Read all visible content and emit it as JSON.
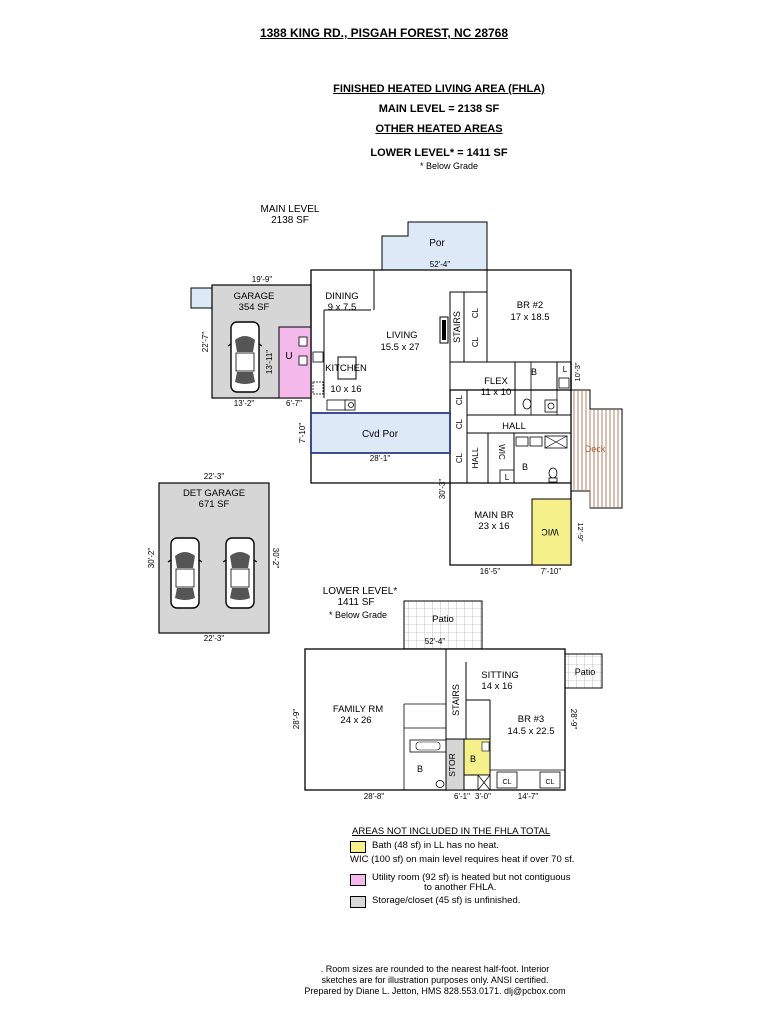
{
  "header": {
    "address": "1388 KING RD., PISGAH FOREST, NC 28768",
    "fhla_title": "FINISHED HEATED LIVING AREA (FHLA)",
    "main_level": "MAIN LEVEL  =  2138 SF",
    "other_title": "OTHER HEATED AREAS",
    "lower_level": "LOWER LEVEL*  =  1411 SF",
    "below_grade_note": "* Below Grade"
  },
  "main_plan": {
    "level_title": "MAIN LEVEL",
    "level_sf": "2138 SF",
    "porch": "Por",
    "garage_name": "GARAGE",
    "garage_sf": "354 SF",
    "dining_name": "DINING",
    "dining_size": "9 x 7.5",
    "living_name": "LIVING",
    "living_size": "15.5 x 27",
    "kitchen_name": "KITCHEN",
    "kitchen_size": "10 x 16",
    "stairs": "STAIRS",
    "cl": "CL",
    "br2_name": "BR #2",
    "br2_size": "17 x 18.5",
    "flex_name": "FLEX",
    "flex_size": "11 x 10",
    "bath": "B",
    "linen": "L",
    "hall": "HALL",
    "wic": "WIC",
    "cvd_por": "Cvd Por",
    "deck": "Deck",
    "main_br_name": "MAIN BR",
    "main_br_size": "23 x 16",
    "utility": "U",
    "dims": {
      "top": "52'-4\"",
      "garage_top": "19'-9\"",
      "garage_left": "22'-7\"",
      "garage_inner": "13'-11\"",
      "garage_bottom": "13'-2\"",
      "utility_bottom": "6'-7\"",
      "cvd_left": "7'-10\"",
      "cvd_bottom": "28'-1\"",
      "right_short": "10'-3\"",
      "main_left": "30'-3\"",
      "main_right": "12'-9\"",
      "br_bottom": "16'-5\"",
      "wic_bottom": "7'-10\""
    }
  },
  "det_garage": {
    "name": "DET GARAGE",
    "sf": "671 SF",
    "dim_top": "22'-3\"",
    "dim_bottom": "22'-3\"",
    "dim_left": "30'-2\"",
    "dim_right": "30'-2\""
  },
  "lower_plan": {
    "level_title": "LOWER LEVEL*",
    "level_sf": "1411 SF",
    "below_grade": "* Below Grade",
    "patio": "Patio",
    "dim_top": "52'-4\"",
    "family_name": "FAMILY RM",
    "family_size": "24 x 26",
    "stairs": "STAIRS",
    "sitting_name": "SITTING",
    "sitting_size": "14 x 16",
    "br3_name": "BR #3",
    "br3_size": "14.5 x 22.5",
    "bath": "B",
    "stor": "STOR",
    "cl": "CL",
    "dim_left": "28'-9\"",
    "dim_right": "28'-9\"",
    "dim_b1": "28'-8\"",
    "dim_b2": "6'-1\"",
    "dim_b3": "3'-0\"",
    "dim_b4": "14'-7\""
  },
  "legend": {
    "title": "AREAS NOT INCLUDED IN THE FHLA TOTAL",
    "items": [
      {
        "text": "Bath (48 sf) in LL has no heat.",
        "text2": "",
        "color": "#f5f08a"
      },
      {
        "text": "WIC (100 sf) on main level requires heat if over 70 sf.",
        "text2": "",
        "color": ""
      },
      {
        "text": "Utility room (92 sf) is heated but not contiguous",
        "text2": "to another FHLA.",
        "color": "#f4b8ea"
      },
      {
        "text": "Storage/closet (45 sf) is unfinished.",
        "text2": "",
        "color": "#d8d8d8"
      }
    ]
  },
  "footer": {
    "line1": ".  Room sizes  are rounded to the nearest half-foot. Interior",
    "line2": "sketches are for illustration purposes only.  ANSI certified.",
    "line3": "Prepared by Diane L. Jetton, HMS 828.553.0171. dlj@pcbox.com"
  },
  "colors": {
    "porch_fill": "#dde9f6",
    "porch_stroke": "#2d3a8c",
    "garage_fill": "#d6d6d6",
    "utility_fill": "#f4b8ea",
    "wic_fill": "#f5f08a",
    "deck_stroke": "#a0603a"
  }
}
